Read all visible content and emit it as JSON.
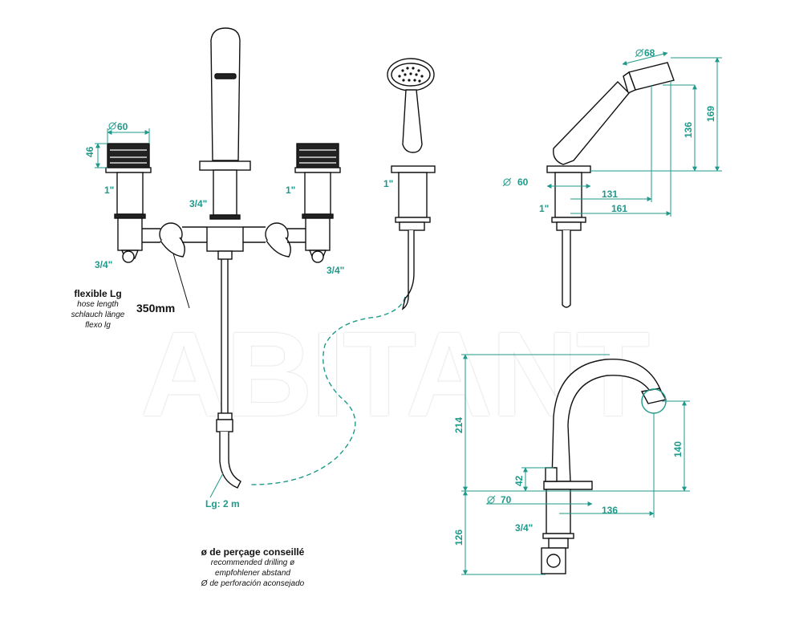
{
  "watermark": "ABITANT",
  "colors": {
    "dimension": "#1f9a8a",
    "line": "#111111",
    "background": "#ffffff"
  },
  "front_view": {
    "dim_dia_60": "60",
    "dim_46": "46",
    "label_left_1in": "1\"",
    "label_right_1in": "1\"",
    "label_center_34": "3/4\"",
    "label_left_34": "3/4\"",
    "label_right_34": "3/4\"",
    "hose_length_value": "350mm",
    "hose_lg": "Lg: 2 m"
  },
  "shower_front": {
    "label_1in": "1\""
  },
  "shower_side": {
    "dim_dia_68": "68",
    "dim_136": "136",
    "dim_169": "169",
    "dim_dia_60": "60",
    "dim_131": "131",
    "dim_161": "161",
    "label_1in": "1\""
  },
  "spout_side": {
    "dim_214": "214",
    "dim_140": "140",
    "dim_42": "42",
    "dim_dia_70": "70",
    "dim_136": "136",
    "dim_126": "126",
    "label_34": "3/4\""
  },
  "flexible_note": {
    "title": "flexible Lg",
    "en": "hose length",
    "de": "schlauch länge",
    "es": "flexo lg"
  },
  "drilling_note": {
    "title": "ø de perçage conseillé",
    "en": "recommended drilling ø",
    "de": "empfohlener abstand",
    "es": "Ø de perforación aconsejado"
  }
}
